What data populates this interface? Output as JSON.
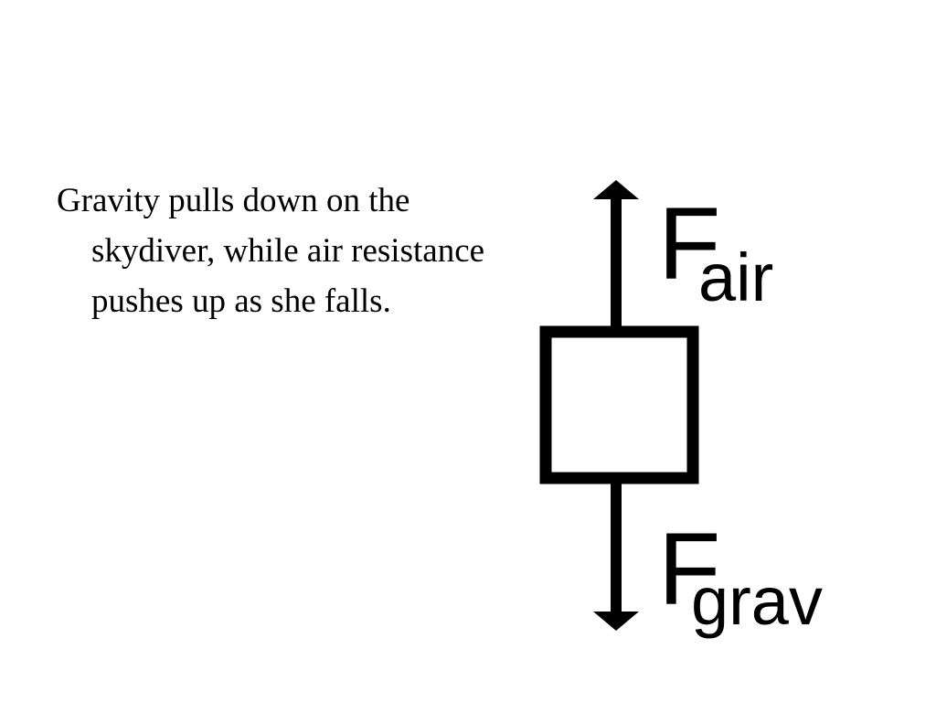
{
  "slide": {
    "body_text": "Gravity pulls down on the skydiver, while air resistance pushes up as she falls."
  },
  "diagram": {
    "upper_force": {
      "symbol": "F",
      "subscript": "air"
    },
    "lower_force": {
      "symbol": "F",
      "subscript": "grav"
    },
    "colors": {
      "ink": "#000000",
      "background": "#ffffff"
    }
  }
}
